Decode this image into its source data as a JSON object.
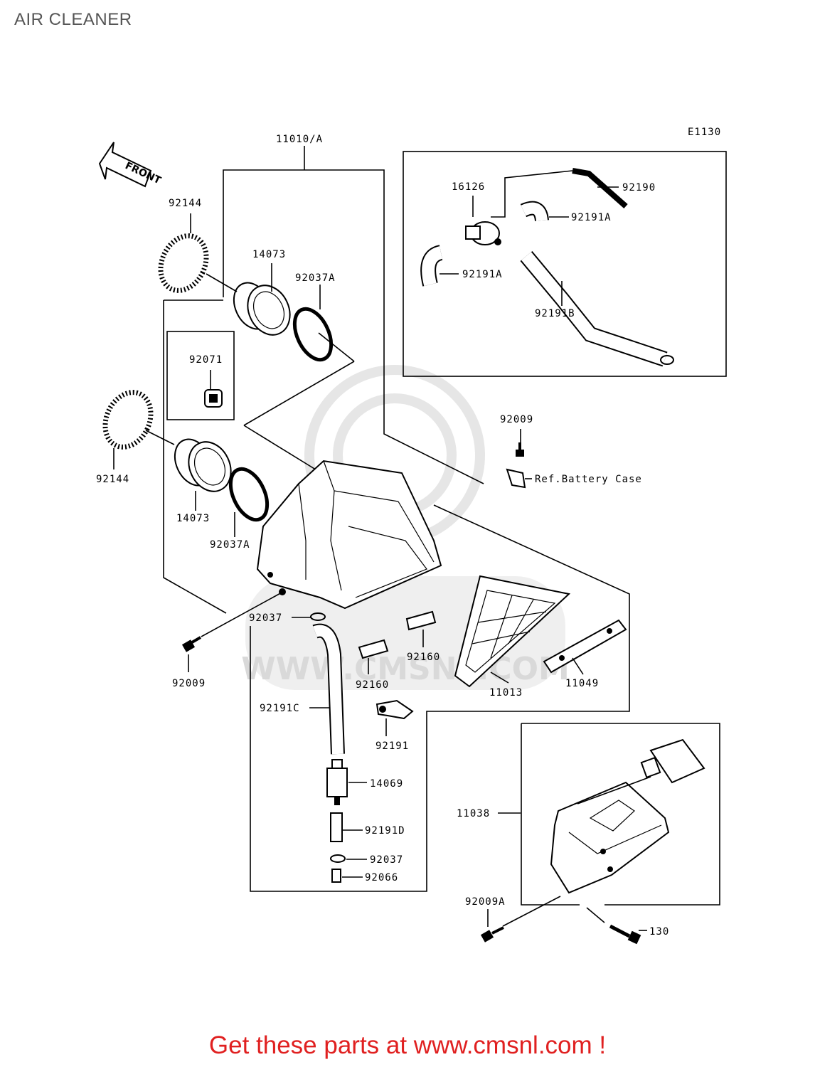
{
  "page": {
    "title": "AIR CLEANER",
    "promo": "Get these parts at www.cmsnl.com !"
  },
  "diagram": {
    "code": "E1130",
    "front_label": "FRONT",
    "watermark": "WWW.CMSNL.COM",
    "labels": {
      "l_11010A": "11010/A",
      "l_92144_top": "92144",
      "l_14073_top": "14073",
      "l_92037A_top": "92037A",
      "l_92071": "92071",
      "l_92144_left": "92144",
      "l_14073_left": "14073",
      "l_92037A_left": "92037A",
      "l_16126": "16126",
      "l_92190": "92190",
      "l_92191A_a": "92191A",
      "l_92191A_b": "92191A",
      "l_92191B": "92191B",
      "l_92009_top": "92009",
      "l_ref_battery": "Ref.Battery Case",
      "l_92037_a": "92037",
      "l_92009_left": "92009",
      "l_92160_a": "92160",
      "l_92160_b": "92160",
      "l_11013": "11013",
      "l_11049": "11049",
      "l_92191C": "92191C",
      "l_92191": "92191",
      "l_14069": "14069",
      "l_92191D": "92191D",
      "l_92037_b": "92037",
      "l_92066": "92066",
      "l_11038": "11038",
      "l_92009A": "92009A",
      "l_130": "130"
    }
  }
}
